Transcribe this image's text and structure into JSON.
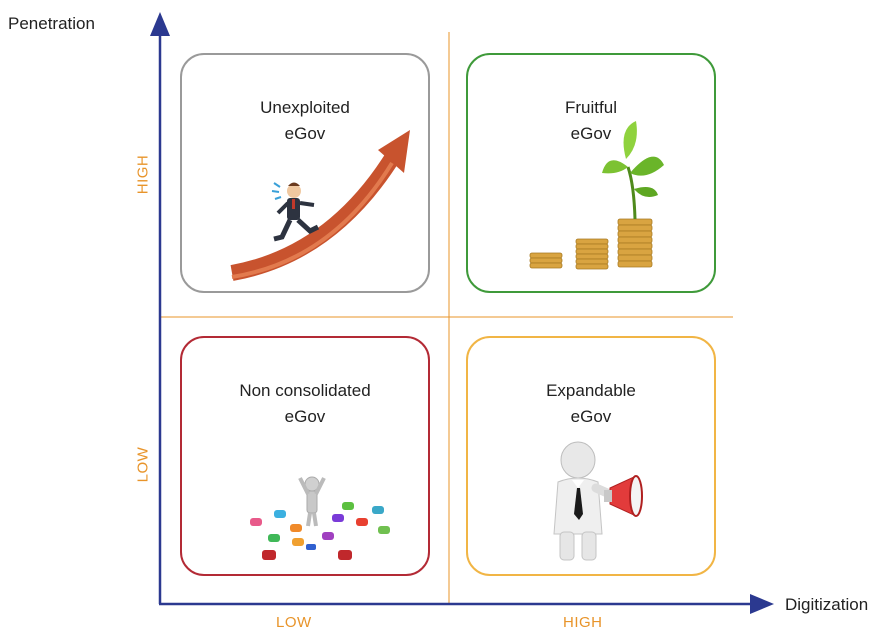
{
  "axes": {
    "y_label": "Penetration",
    "x_label": "Digitization",
    "y_ticks": [
      "HIGH",
      "LOW"
    ],
    "x_ticks": [
      "LOW",
      "HIGH"
    ]
  },
  "quadrants": [
    {
      "id": "unexploited",
      "line1": "Unexploited",
      "line2": "eGov",
      "border_color": "#9a9a9a",
      "icon": "running-businessman-arrow-icon"
    },
    {
      "id": "fruitful",
      "line1": "Fruitful",
      "line2": "eGov",
      "border_color": "#3f9a3a",
      "icon": "plant-coins-icon"
    },
    {
      "id": "non-consolidated",
      "line1": "Non consolidated",
      "line2": "eGov",
      "border_color": "#b32a35",
      "icon": "puzzle-pieces-icon"
    },
    {
      "id": "expandable",
      "line1": "Expandable",
      "line2": "eGov",
      "border_color": "#f1b545",
      "icon": "megaphone-figure-icon"
    }
  ],
  "colors": {
    "axis": "#2b3990",
    "divider": "#e8942a",
    "tick": "#e8942a"
  }
}
